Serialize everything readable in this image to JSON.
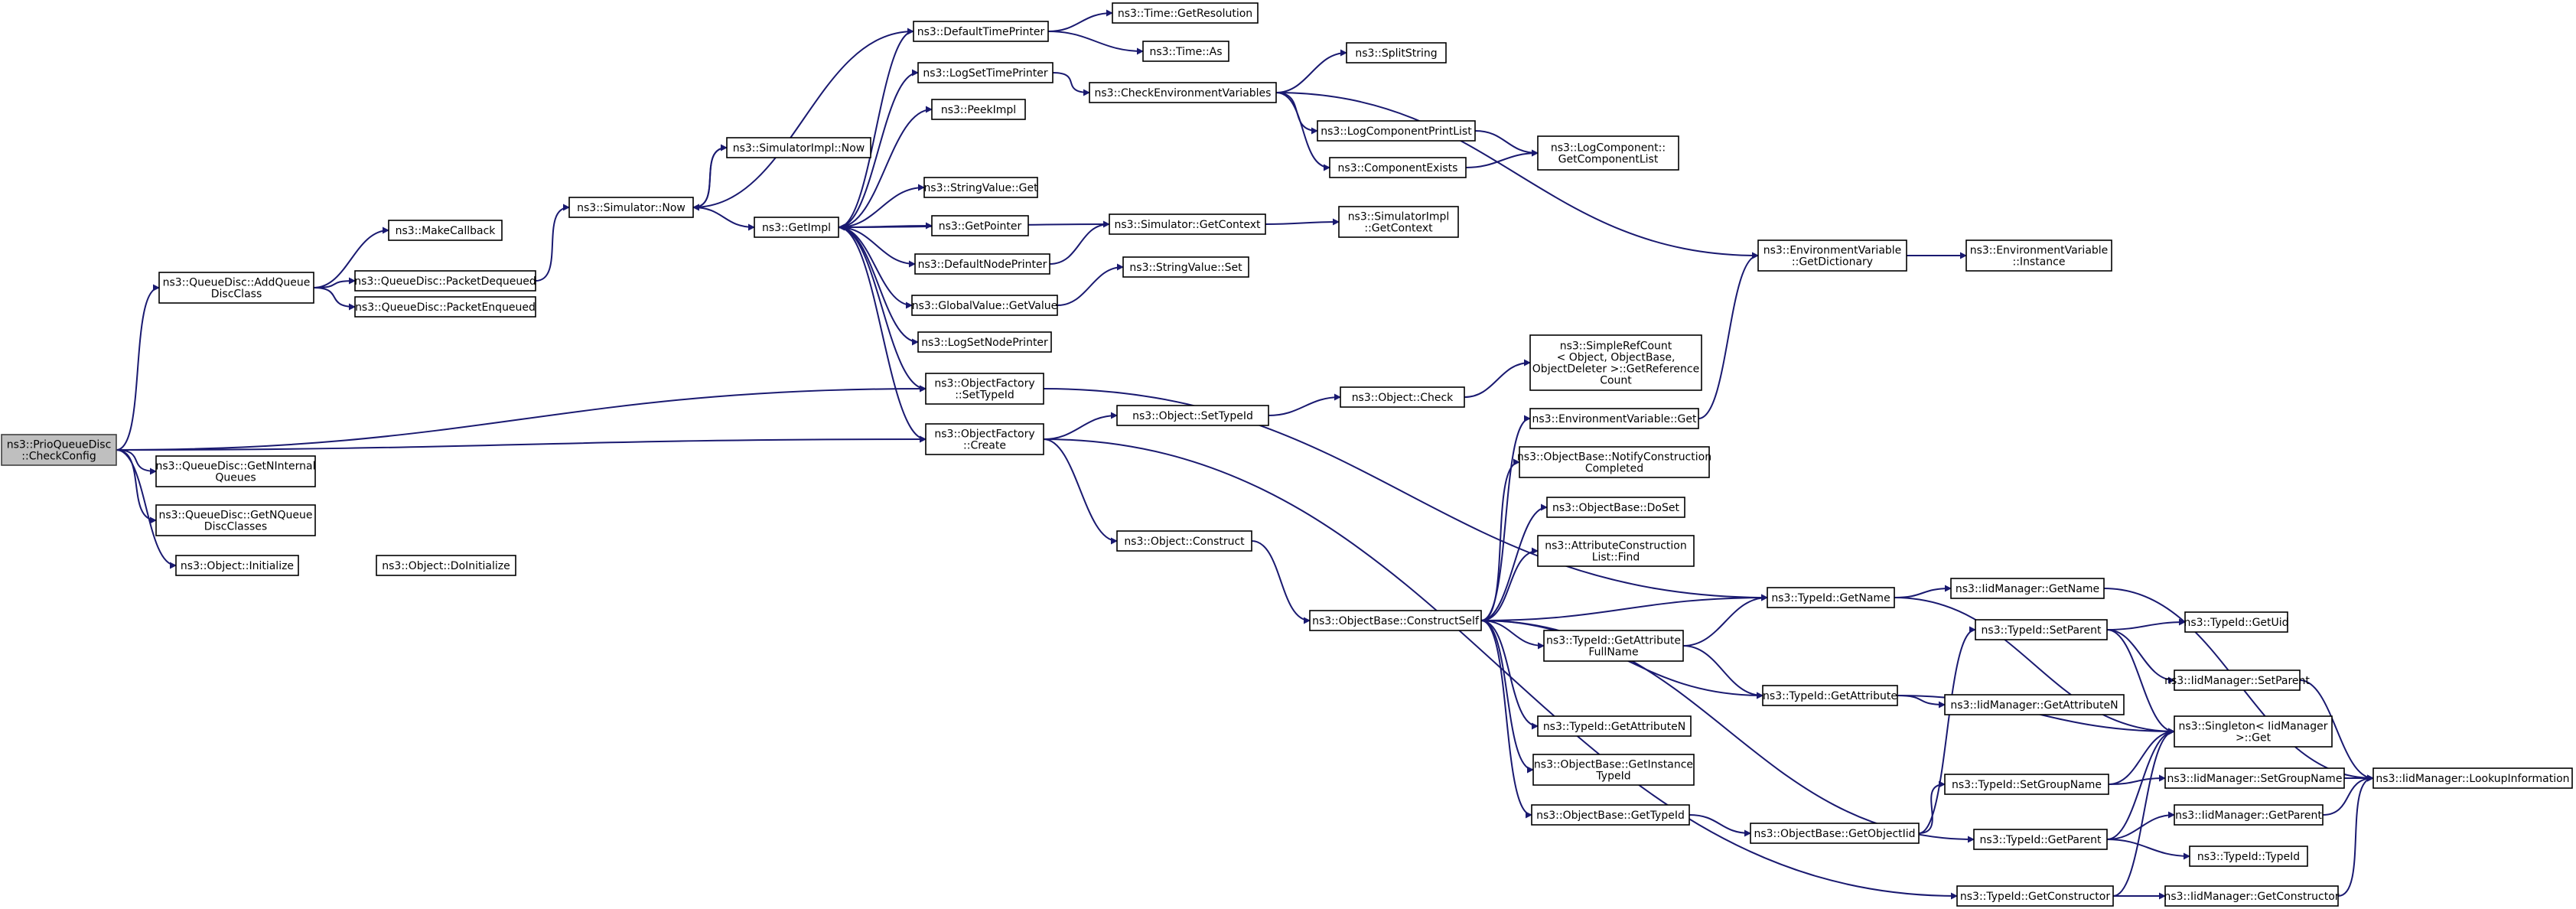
{
  "graph": {
    "nodes": [
      {
        "id": "root",
        "lines": [
          "ns3::PrioQueueDisc",
          "::CheckConfig"
        ],
        "root": true
      },
      {
        "id": "addqdc",
        "lines": [
          "ns3::QueueDisc::AddQueue",
          "DiscClass"
        ]
      },
      {
        "id": "getnint",
        "lines": [
          "ns3::QueueDisc::GetNInternal",
          "Queues"
        ]
      },
      {
        "id": "getnqdc",
        "lines": [
          "ns3::QueueDisc::GetNQueue",
          "DiscClasses"
        ]
      },
      {
        "id": "objinit",
        "lines": [
          "ns3::Object::Initialize"
        ]
      },
      {
        "id": "objdoinit",
        "lines": [
          "ns3::Object::DoInitialize"
        ]
      },
      {
        "id": "makecb",
        "lines": [
          "ns3::MakeCallback"
        ]
      },
      {
        "id": "pktdeq",
        "lines": [
          "ns3::QueueDisc::PacketDequeued"
        ]
      },
      {
        "id": "pktenq",
        "lines": [
          "ns3::QueueDisc::PacketEnqueued"
        ]
      },
      {
        "id": "simnow",
        "lines": [
          "ns3::Simulator::Now"
        ]
      },
      {
        "id": "simimplnow",
        "lines": [
          "ns3::SimulatorImpl::Now"
        ]
      },
      {
        "id": "getimpl",
        "lines": [
          "ns3::GetImpl"
        ]
      },
      {
        "id": "deftp",
        "lines": [
          "ns3::DefaultTimePrinter"
        ]
      },
      {
        "id": "timegetres",
        "lines": [
          "ns3::Time::GetResolution"
        ]
      },
      {
        "id": "timeas",
        "lines": [
          "ns3::Time::As"
        ]
      },
      {
        "id": "logsettp",
        "lines": [
          "ns3::LogSetTimePrinter"
        ]
      },
      {
        "id": "checkenv",
        "lines": [
          "ns3::CheckEnvironmentVariables"
        ]
      },
      {
        "id": "splitstr",
        "lines": [
          "ns3::SplitString"
        ]
      },
      {
        "id": "logcpl",
        "lines": [
          "ns3::LogComponentPrintList"
        ]
      },
      {
        "id": "compexists",
        "lines": [
          "ns3::ComponentExists"
        ]
      },
      {
        "id": "logcgcl",
        "lines": [
          "ns3::LogComponent::",
          "GetComponentList"
        ]
      },
      {
        "id": "peekimpl",
        "lines": [
          "ns3::PeekImpl"
        ]
      },
      {
        "id": "strvalget",
        "lines": [
          "ns3::StringValue::Get"
        ]
      },
      {
        "id": "getptr",
        "lines": [
          "ns3::GetPointer"
        ]
      },
      {
        "id": "defnp",
        "lines": [
          "ns3::DefaultNodePrinter"
        ]
      },
      {
        "id": "simgetctx",
        "lines": [
          "ns3::Simulator::GetContext"
        ]
      },
      {
        "id": "simimplgetctx",
        "lines": [
          "ns3::SimulatorImpl",
          "::GetContext"
        ]
      },
      {
        "id": "strvalset",
        "lines": [
          "ns3::StringValue::Set"
        ]
      },
      {
        "id": "gvgetvalue",
        "lines": [
          "ns3::GlobalValue::GetValue"
        ]
      },
      {
        "id": "logsetnp",
        "lines": [
          "ns3::LogSetNodePrinter"
        ]
      },
      {
        "id": "ofsettid",
        "lines": [
          "ns3::ObjectFactory",
          "::SetTypeId"
        ]
      },
      {
        "id": "ofcreate",
        "lines": [
          "ns3::ObjectFactory",
          "::Create"
        ]
      },
      {
        "id": "objsettid",
        "lines": [
          "ns3::Object::SetTypeId"
        ]
      },
      {
        "id": "objcheck",
        "lines": [
          "ns3::Object::Check"
        ]
      },
      {
        "id": "srcgetrc",
        "lines": [
          "ns3::SimpleRefCount",
          "< Object, ObjectBase,",
          "ObjectDeleter >::GetReference",
          "Count"
        ]
      },
      {
        "id": "objconstruct",
        "lines": [
          "ns3::Object::Construct"
        ]
      },
      {
        "id": "obconstructself",
        "lines": [
          "ns3::ObjectBase::ConstructSelf"
        ]
      },
      {
        "id": "envget",
        "lines": [
          "ns3::EnvironmentVariable::Get"
        ]
      },
      {
        "id": "envgetdict",
        "lines": [
          "ns3::EnvironmentVariable",
          "::GetDictionary"
        ]
      },
      {
        "id": "envinst",
        "lines": [
          "ns3::EnvironmentVariable",
          "::Instance"
        ]
      },
      {
        "id": "obnotify",
        "lines": [
          "ns3::ObjectBase::NotifyConstruction",
          "Completed"
        ]
      },
      {
        "id": "obdoset",
        "lines": [
          "ns3::ObjectBase::DoSet"
        ]
      },
      {
        "id": "acfind",
        "lines": [
          "ns3::AttributeConstruction",
          "List::Find"
        ]
      },
      {
        "id": "tidgetname",
        "lines": [
          "ns3::TypeId::GetName"
        ]
      },
      {
        "id": "iidgetname",
        "lines": [
          "ns3::IidManager::GetName"
        ]
      },
      {
        "id": "tidgetattrfn",
        "lines": [
          "ns3::TypeId::GetAttribute",
          "FullName"
        ]
      },
      {
        "id": "tidsetparent",
        "lines": [
          "ns3::TypeId::SetParent"
        ]
      },
      {
        "id": "tidgetuid",
        "lines": [
          "ns3::TypeId::GetUid"
        ]
      },
      {
        "id": "iidsetparent",
        "lines": [
          "ns3::IidManager::SetParent"
        ]
      },
      {
        "id": "tidgetattr",
        "lines": [
          "ns3::TypeId::GetAttribute"
        ]
      },
      {
        "id": "iidgetattrn",
        "lines": [
          "ns3::IidManager::GetAttributeN"
        ]
      },
      {
        "id": "singletonget",
        "lines": [
          "ns3::Singleton< IidManager",
          ">::Get"
        ]
      },
      {
        "id": "tidgetattrn",
        "lines": [
          "ns3::TypeId::GetAttributeN"
        ]
      },
      {
        "id": "obgetinsttid",
        "lines": [
          "ns3::ObjectBase::GetInstance",
          "TypeId"
        ]
      },
      {
        "id": "obgettid",
        "lines": [
          "ns3::ObjectBase::GetTypeId"
        ]
      },
      {
        "id": "obgetoiid",
        "lines": [
          "ns3::ObjectBase::GetObjectIid"
        ]
      },
      {
        "id": "tidsetgroupname",
        "lines": [
          "ns3::TypeId::SetGroupName"
        ]
      },
      {
        "id": "iidsetgroupname",
        "lines": [
          "ns3::IidManager::SetGroupName"
        ]
      },
      {
        "id": "iidlookup",
        "lines": [
          "ns3::IidManager::LookupInformation"
        ]
      },
      {
        "id": "tidgetparent",
        "lines": [
          "ns3::TypeId::GetParent"
        ]
      },
      {
        "id": "iidgetparent",
        "lines": [
          "ns3::IidManager::GetParent"
        ]
      },
      {
        "id": "tidtypeid",
        "lines": [
          "ns3::TypeId::TypeId"
        ]
      },
      {
        "id": "tidgetctor",
        "lines": [
          "ns3::TypeId::GetConstructor"
        ]
      },
      {
        "id": "iidgetctor",
        "lines": [
          "ns3::IidManager::GetConstructor"
        ]
      }
    ],
    "edges": [
      [
        "root",
        "addqdc"
      ],
      [
        "root",
        "ofsettid"
      ],
      [
        "root",
        "ofcreate"
      ],
      [
        "root",
        "getnint"
      ],
      [
        "root",
        "getnqdc"
      ],
      [
        "root",
        "objinit"
      ],
      [
        "addqdc",
        "makecb"
      ],
      [
        "addqdc",
        "pktdeq"
      ],
      [
        "addqdc",
        "pktenq"
      ],
      [
        "pktdeq",
        "simnow"
      ],
      [
        "simnow",
        "simimplnow"
      ],
      [
        "simnow",
        "getimpl"
      ],
      [
        "simimplnow",
        "simnow"
      ],
      [
        "getimpl",
        "deftp"
      ],
      [
        "getimpl",
        "logsettp"
      ],
      [
        "getimpl",
        "peekimpl"
      ],
      [
        "getimpl",
        "strvalget"
      ],
      [
        "getimpl",
        "getptr"
      ],
      [
        "getimpl",
        "defnp"
      ],
      [
        "getimpl",
        "gvgetvalue"
      ],
      [
        "getimpl",
        "logsetnp"
      ],
      [
        "getimpl",
        "ofsettid"
      ],
      [
        "getimpl",
        "ofcreate"
      ],
      [
        "deftp",
        "timegetres"
      ],
      [
        "deftp",
        "timeas"
      ],
      [
        "deftp",
        "simnow"
      ],
      [
        "logsettp",
        "checkenv"
      ],
      [
        "checkenv",
        "splitstr"
      ],
      [
        "checkenv",
        "logcpl"
      ],
      [
        "checkenv",
        "compexists"
      ],
      [
        "checkenv",
        "envgetdict"
      ],
      [
        "logcpl",
        "logcgcl"
      ],
      [
        "compexists",
        "logcgcl"
      ],
      [
        "defnp",
        "simgetctx"
      ],
      [
        "simgetctx",
        "simimplgetctx"
      ],
      [
        "simgetctx",
        "getimpl"
      ],
      [
        "gvgetvalue",
        "strvalset"
      ],
      [
        "ofsettid",
        "tidgetname"
      ],
      [
        "ofcreate",
        "objsettid"
      ],
      [
        "ofcreate",
        "objconstruct"
      ],
      [
        "ofcreate",
        "tidgetctor"
      ],
      [
        "objsettid",
        "objcheck"
      ],
      [
        "objcheck",
        "srcgetrc"
      ],
      [
        "objconstruct",
        "obconstructself"
      ],
      [
        "obconstructself",
        "envget"
      ],
      [
        "obconstructself",
        "obnotify"
      ],
      [
        "obconstructself",
        "obdoset"
      ],
      [
        "obconstructself",
        "acfind"
      ],
      [
        "obconstructself",
        "tidgetname"
      ],
      [
        "obconstructself",
        "tidgetattrfn"
      ],
      [
        "obconstructself",
        "tidgetattr"
      ],
      [
        "obconstructself",
        "tidgetattrn"
      ],
      [
        "obconstructself",
        "obgetinsttid"
      ],
      [
        "obconstructself",
        "obgettid"
      ],
      [
        "obconstructself",
        "tidgetparent"
      ],
      [
        "envget",
        "envgetdict"
      ],
      [
        "envgetdict",
        "envinst"
      ],
      [
        "tidgetname",
        "iidgetname"
      ],
      [
        "tidgetname",
        "singletonget"
      ],
      [
        "iidgetname",
        "iidlookup"
      ],
      [
        "tidgetattrfn",
        "tidgetname"
      ],
      [
        "tidgetattrfn",
        "tidgetattr"
      ],
      [
        "tidgetattr",
        "iidgetattrn"
      ],
      [
        "tidgetattr",
        "singletonget"
      ],
      [
        "obgettid",
        "obgetoiid"
      ],
      [
        "obgetoiid",
        "tidsetparent"
      ],
      [
        "obgetoiid",
        "tidsetgroupname"
      ],
      [
        "tidsetparent",
        "tidgetuid"
      ],
      [
        "tidsetparent",
        "iidsetparent"
      ],
      [
        "tidsetparent",
        "singletonget"
      ],
      [
        "iidsetparent",
        "iidlookup"
      ],
      [
        "tidsetgroupname",
        "iidsetgroupname"
      ],
      [
        "tidsetgroupname",
        "singletonget"
      ],
      [
        "iidsetgroupname",
        "iidlookup"
      ],
      [
        "tidgetparent",
        "iidgetparent"
      ],
      [
        "tidgetparent",
        "tidtypeid"
      ],
      [
        "tidgetparent",
        "singletonget"
      ],
      [
        "iidgetparent",
        "iidlookup"
      ],
      [
        "tidgetctor",
        "iidgetctor"
      ],
      [
        "tidgetctor",
        "singletonget"
      ],
      [
        "iidgetctor",
        "iidlookup"
      ]
    ]
  }
}
